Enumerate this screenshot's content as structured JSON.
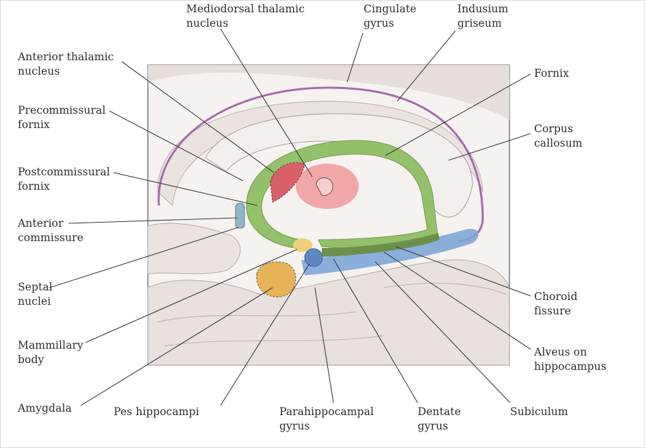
{
  "labels": {
    "mediodorsal": [
      "Mediodorsal thalamic",
      "nucleus"
    ],
    "cingulate": [
      "Cingulate",
      "gyrus"
    ],
    "indusium": [
      "Indusium",
      "griseum"
    ],
    "anterior_thalamic": [
      "Anterior thalamic",
      "nucleus"
    ],
    "fornix": [
      "Fornix"
    ],
    "precommissural": [
      "Precommissural",
      "fornix"
    ],
    "corpus_callosum": [
      "Corpus",
      "callosum"
    ],
    "postcommissural": [
      "Postcommissural",
      "fornix"
    ],
    "anterior_commissure": [
      "Anterior",
      "commissure"
    ],
    "septal": [
      "Septal",
      "nuclei"
    ],
    "choroid": [
      "Choroid",
      "fissure"
    ],
    "mammillary": [
      "Mammillary",
      "body"
    ],
    "alveus": [
      "Alveus on",
      "hippocampus"
    ],
    "amygdala": [
      "Amygdala"
    ],
    "pes": [
      "Pes hippocampi"
    ],
    "parahippocampal": [
      "Parahippocampal",
      "gyrus"
    ],
    "dentate": [
      "Dentate",
      "gyrus"
    ],
    "subiculum": [
      "Subiculum"
    ]
  },
  "colors": {
    "fornix": "#93c06a",
    "cingulum_line": "#a56aa8",
    "hippocampus_blue": "#7fa6d8",
    "thalamus_pink": "#f09a9a",
    "anterior_thalamic": "#d9606b",
    "amygdala": "#e8b45a",
    "mammillary": "#e9d27a",
    "commissure": "#8fb7c9",
    "brain_tissue": "#ece6e3"
  }
}
